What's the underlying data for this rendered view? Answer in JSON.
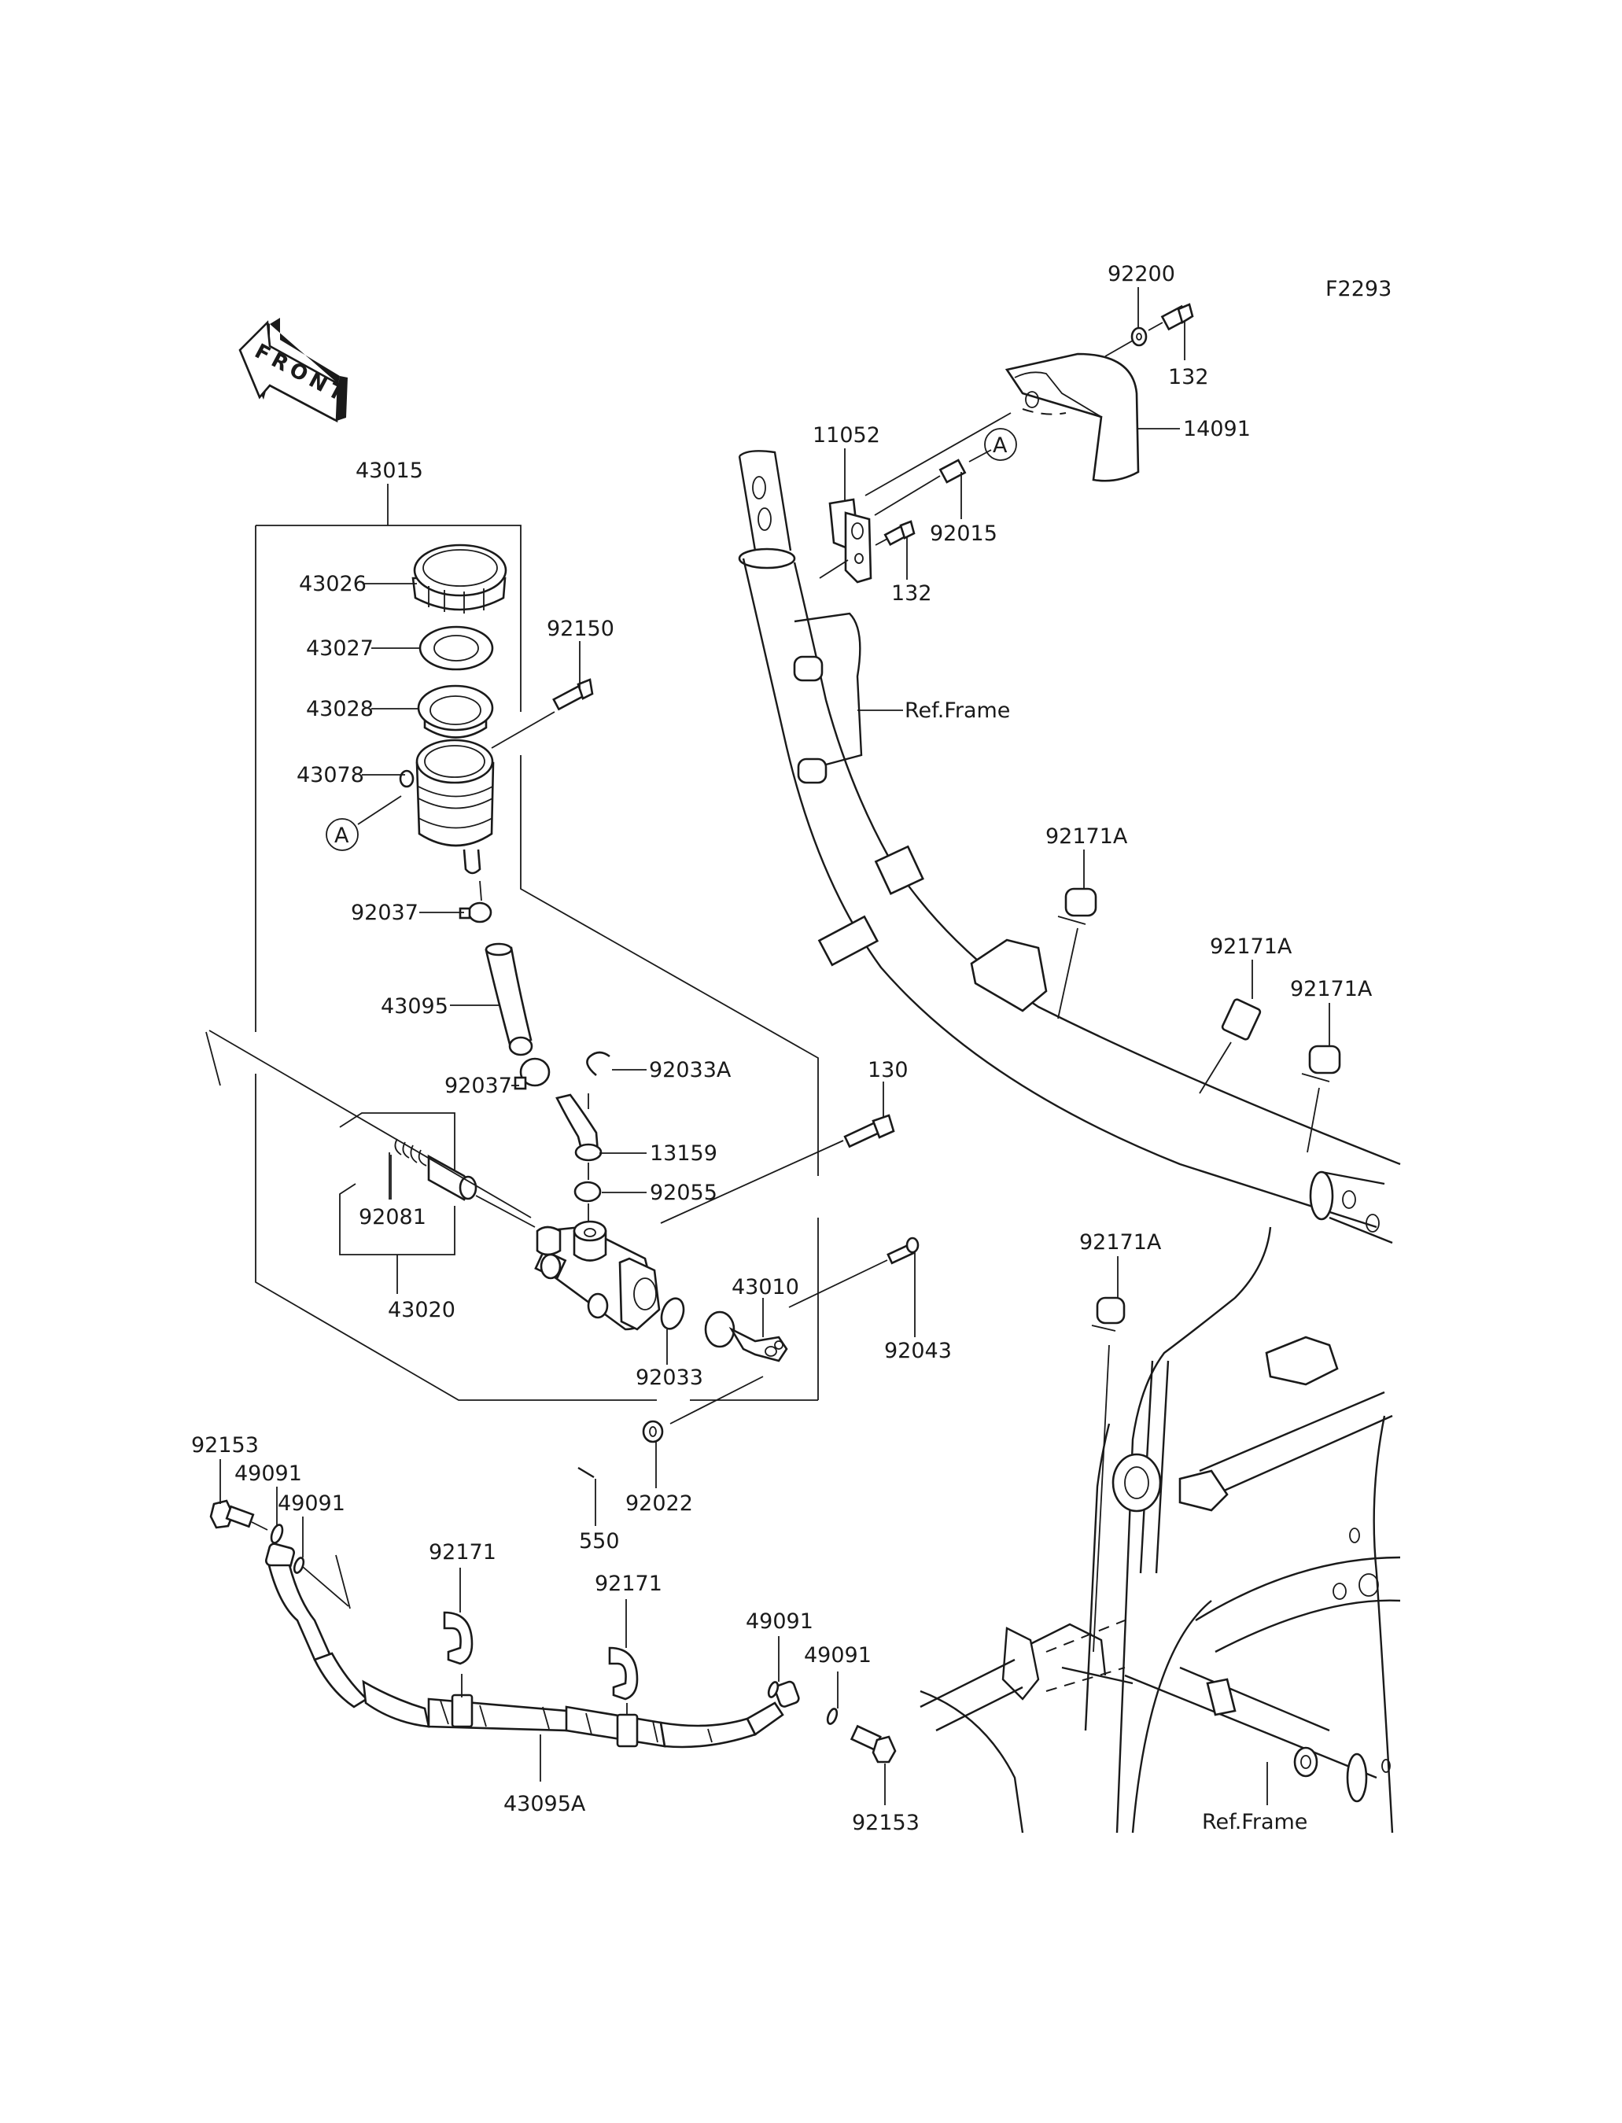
{
  "diagram": {
    "figure_code": "F2293",
    "front_arrow_label": "FRONT",
    "ref_circle_label": "A",
    "callouts": [
      {
        "id": "c-92200",
        "label": "92200",
        "part": "washer"
      },
      {
        "id": "c-132-top",
        "label": "132",
        "part": "bolt"
      },
      {
        "id": "c-14091",
        "label": "14091",
        "part": "cover"
      },
      {
        "id": "c-11052",
        "label": "11052",
        "part": "bracket"
      },
      {
        "id": "c-92015",
        "label": "92015",
        "part": "nut"
      },
      {
        "id": "c-132-mid",
        "label": "132",
        "part": "bolt"
      },
      {
        "id": "c-ref-frame-upper",
        "label": "Ref.Frame",
        "part": "frame"
      },
      {
        "id": "c-43015",
        "label": "43015",
        "part": "rear master cylinder assembly"
      },
      {
        "id": "c-43026",
        "label": "43026",
        "part": "reservoir cap"
      },
      {
        "id": "c-43027",
        "label": "43027",
        "part": "plate"
      },
      {
        "id": "c-43028",
        "label": "43028",
        "part": "diaphragm"
      },
      {
        "id": "c-43078",
        "label": "43078",
        "part": "reservoir"
      },
      {
        "id": "c-92150",
        "label": "92150",
        "part": "bolt"
      },
      {
        "id": "c-92037-upper",
        "label": "92037",
        "part": "clamp"
      },
      {
        "id": "c-43095",
        "label": "43095",
        "part": "hose"
      },
      {
        "id": "c-92037-lower",
        "label": "92037",
        "part": "clamp"
      },
      {
        "id": "c-92033A",
        "label": "92033A",
        "part": "circlip"
      },
      {
        "id": "c-13159",
        "label": "13159",
        "part": "fitting"
      },
      {
        "id": "c-92055",
        "label": "92055",
        "part": "o-ring"
      },
      {
        "id": "c-92081",
        "label": "92081",
        "part": "spring"
      },
      {
        "id": "c-43020",
        "label": "43020",
        "part": "piston kit"
      },
      {
        "id": "c-130",
        "label": "130",
        "part": "bolt"
      },
      {
        "id": "c-43010",
        "label": "43010",
        "part": "push rod"
      },
      {
        "id": "c-92033",
        "label": "92033",
        "part": "circlip"
      },
      {
        "id": "c-92043",
        "label": "92043",
        "part": "pin"
      },
      {
        "id": "c-92022",
        "label": "92022",
        "part": "washer"
      },
      {
        "id": "c-550",
        "label": "550",
        "part": "cotter pin"
      },
      {
        "id": "c-92153-left",
        "label": "92153",
        "part": "banjo bolt"
      },
      {
        "id": "c-49091-a",
        "label": "49091",
        "part": "gasket"
      },
      {
        "id": "c-49091-b",
        "label": "49091",
        "part": "gasket"
      },
      {
        "id": "c-92171-a",
        "label": "92171",
        "part": "clamp"
      },
      {
        "id": "c-92171-b",
        "label": "92171",
        "part": "clamp"
      },
      {
        "id": "c-43095A",
        "label": "43095A",
        "part": "brake hose"
      },
      {
        "id": "c-49091-c",
        "label": "49091",
        "part": "gasket"
      },
      {
        "id": "c-49091-d",
        "label": "49091",
        "part": "gasket"
      },
      {
        "id": "c-92153-right",
        "label": "92153",
        "part": "banjo bolt"
      },
      {
        "id": "c-92171A-a",
        "label": "92171A",
        "part": "clamp"
      },
      {
        "id": "c-92171A-b",
        "label": "92171A",
        "part": "clamp"
      },
      {
        "id": "c-92171A-c",
        "label": "92171A",
        "part": "clamp"
      },
      {
        "id": "c-92171A-d",
        "label": "92171A",
        "part": "clamp"
      },
      {
        "id": "c-ref-frame-lower",
        "label": "Ref.Frame",
        "part": "frame"
      }
    ]
  }
}
